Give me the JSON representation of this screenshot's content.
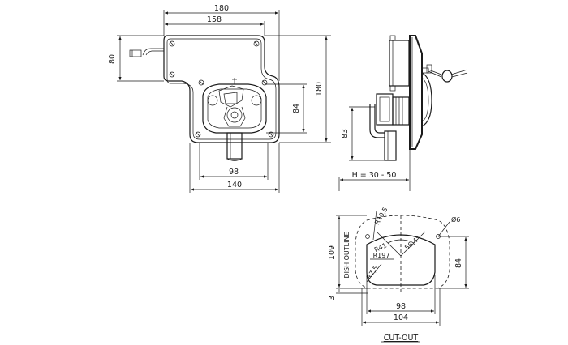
{
  "front_view": {
    "dim_overall_width": "180",
    "dim_box_width": "158",
    "dim_box_height": "80",
    "dim_body_height": "84",
    "dim_overall_height": "180",
    "dim_bottom_inner": "98",
    "dim_bottom_outer": "140"
  },
  "side_view": {
    "dim_height_83": "83",
    "dim_h_range": "H = 30 - 50"
  },
  "cutout_view": {
    "r_10_5": "R10,5",
    "hole_dia": "Ø6",
    "dim_109": "109",
    "dish_outline": "DISH OUTLINE",
    "r_41": "R41",
    "angle": "56,4°",
    "r_197": "R197",
    "r_7_5": "R7,5",
    "dim_84": "84",
    "dim_3": "3",
    "dim_98": "98",
    "dim_104": "104",
    "title": "CUT-OUT"
  }
}
